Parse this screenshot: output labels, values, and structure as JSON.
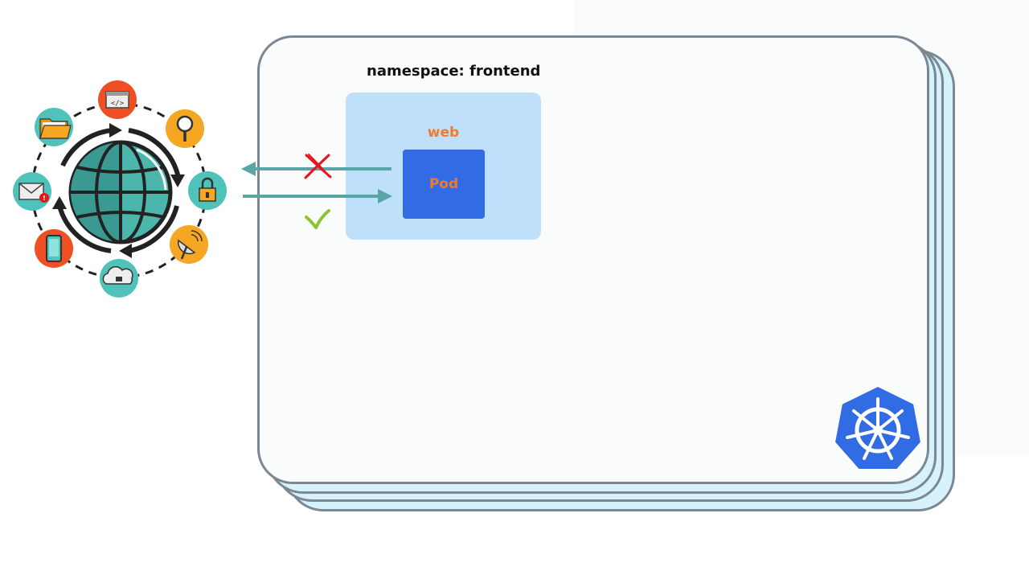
{
  "diagram": {
    "namespace_label": "namespace: frontend",
    "deployment_label": "web",
    "pod_label": "Pod"
  },
  "colors": {
    "cluster_border": "#7b8792",
    "cluster_fill": "#fafbfb",
    "shadow_fill": "#d6f3fb",
    "deployment_fill": "#bfe0fa",
    "pod_fill": "#326ce5",
    "label_orange": "#f07a2b",
    "arrow_teal": "#5aa6a6",
    "blocked_red": "#e8141c",
    "allowed_green": "#8ac432",
    "kubernetes_blue": "#326ce5"
  },
  "icons": {
    "internet": "globe-icon",
    "ring": [
      "code-window-icon",
      "magnifier-icon",
      "padlock-icon",
      "satellite-dish-icon",
      "cloud-lock-icon",
      "smartphone-icon",
      "mail-alert-icon",
      "folder-icon"
    ],
    "blocked": "cross-icon",
    "allowed": "checkmark-icon",
    "cluster": "kubernetes-logo-icon"
  }
}
